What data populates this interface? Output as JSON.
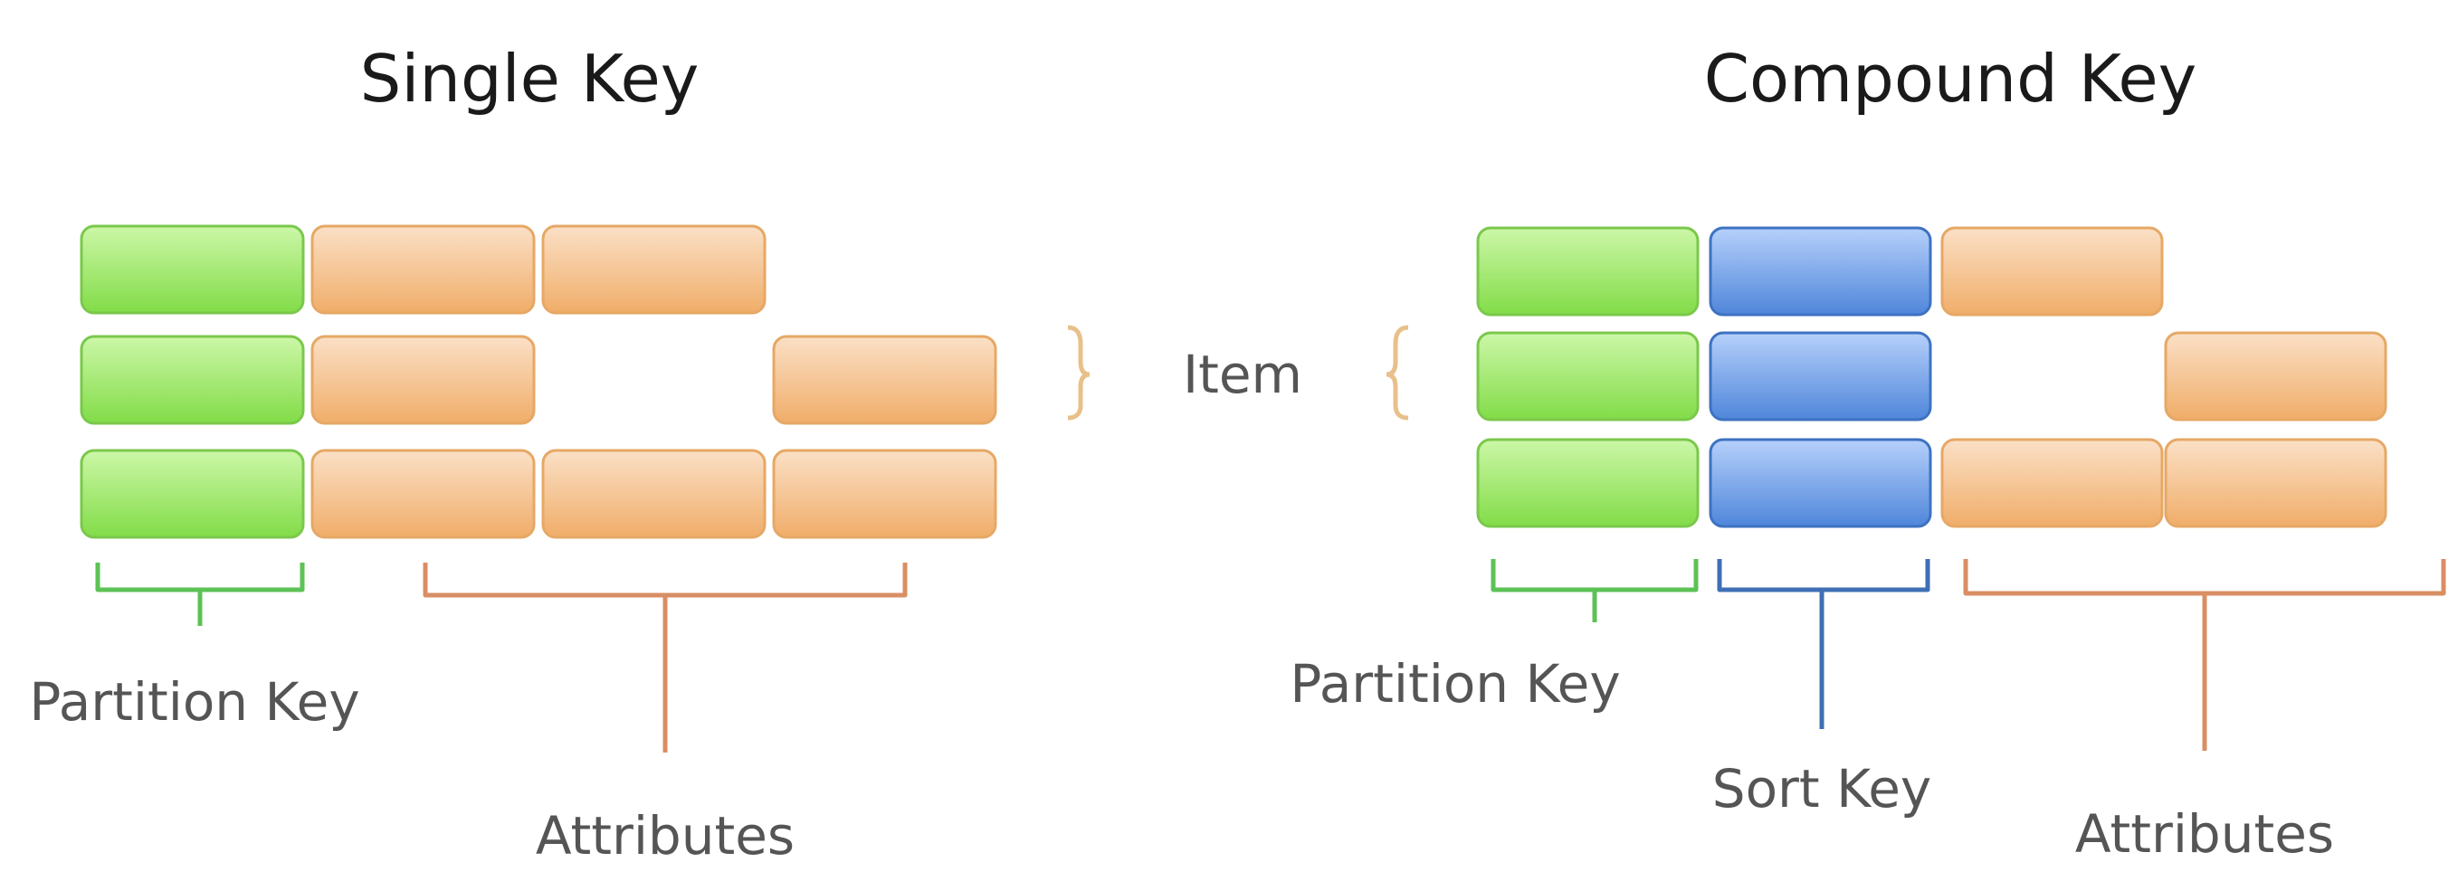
{
  "single": {
    "title": "Single Key",
    "partition_label": "Partition Key",
    "attributes_label": "Attributes",
    "rows": [
      [
        "partition",
        "attribute",
        "attribute",
        null
      ],
      [
        "partition",
        "attribute",
        null,
        "attribute"
      ],
      [
        "partition",
        "attribute",
        "attribute",
        "attribute"
      ]
    ]
  },
  "compound": {
    "title": "Compound Key",
    "partition_label": "Partition Key",
    "sort_label": "Sort Key",
    "attributes_label": "Attributes",
    "rows": [
      [
        "partition",
        "sort",
        "attribute",
        null
      ],
      [
        "partition",
        "sort",
        null,
        "attribute"
      ],
      [
        "partition",
        "sort",
        "attribute",
        "attribute"
      ]
    ]
  },
  "item_label": "Item",
  "colors": {
    "partition": "#8fe25a",
    "sort": "#5b8fe0",
    "attribute": "#f2b97a",
    "partition_bracket": "#5cc255",
    "sort_bracket": "#3f6fb4",
    "attribute_bracket": "#d98e63",
    "item_brace": "#e8c08a"
  }
}
